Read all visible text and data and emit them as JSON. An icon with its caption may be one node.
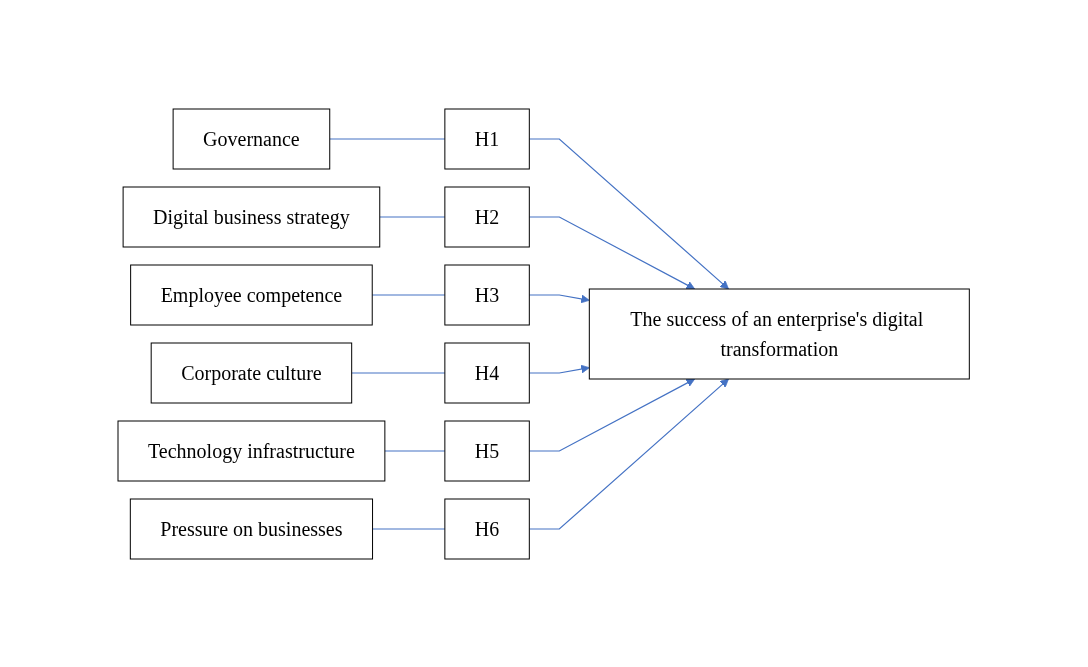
{
  "diagram": {
    "nodes": [
      {
        "text": [
          "Governance"
        ]
      },
      {
        "text": [
          "H1"
        ]
      },
      {
        "text": [
          "Digital business strategy"
        ]
      },
      {
        "text": [
          "H2"
        ]
      },
      {
        "text": [
          "Employee competence"
        ]
      },
      {
        "text": [
          "H3"
        ]
      },
      {
        "text": [
          "Corporate culture"
        ]
      },
      {
        "text": [
          "H4"
        ]
      },
      {
        "text": [
          "Technology infrastructure"
        ]
      },
      {
        "text": [
          "H5"
        ]
      },
      {
        "text": [
          "Pressure on businesses"
        ]
      },
      {
        "text": [
          "H6"
        ]
      },
      {
        "text": [
          "The success of an enterprise's digital transformation"
        ]
      }
    ],
    "edges": [
      {
        "from": 0,
        "to": 1,
        "arrow": "none"
      },
      {
        "from": 1,
        "to": 12,
        "arrow": "to"
      },
      {
        "from": 2,
        "to": 3,
        "arrow": "none"
      },
      {
        "from": 3,
        "to": 12,
        "arrow": "to"
      },
      {
        "from": 4,
        "to": 5,
        "arrow": "none"
      },
      {
        "from": 5,
        "to": 12,
        "arrow": "to"
      },
      {
        "from": 6,
        "to": 7,
        "arrow": "none"
      },
      {
        "from": 7,
        "to": 12,
        "arrow": "to"
      },
      {
        "from": 8,
        "to": 9,
        "arrow": "none"
      },
      {
        "from": 9,
        "to": 12,
        "arrow": "to"
      },
      {
        "from": 10,
        "to": 11,
        "arrow": "none"
      },
      {
        "from": 11,
        "to": 12,
        "arrow": "to"
      }
    ]
  }
}
